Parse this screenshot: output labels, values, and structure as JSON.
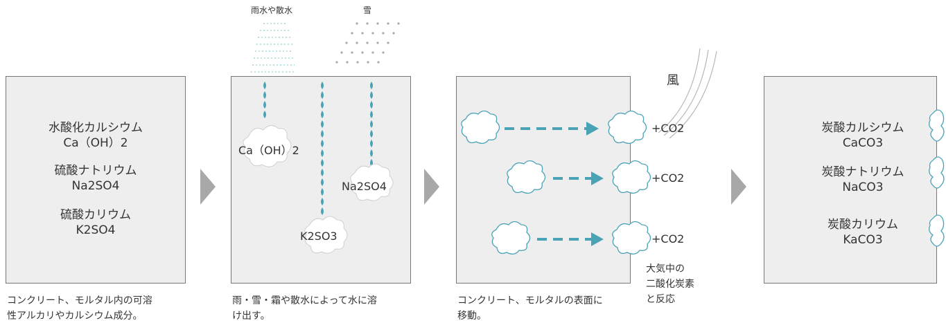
{
  "panel1": {
    "lines": [
      "水酸化カルシウム",
      "Ca（OH）2",
      "硫酸ナトリウム",
      "Na2SO4",
      "硫酸カリウム",
      "K2SO4"
    ],
    "caption": [
      "コンクリート、モルタル内の可溶",
      "性アルカリやカルシウム成分。"
    ]
  },
  "panel2": {
    "rain_label": "雨水や散水",
    "snow_label": "雪",
    "molecules": [
      "Ca（OH）2",
      "K2SO3",
      "Na2SO4"
    ],
    "caption": [
      "雨・雪・霜や散水によって水に溶",
      "け出す。"
    ]
  },
  "panel3": {
    "wind_label": "風",
    "co2": [
      "+CO2",
      "+CO2",
      "+CO2"
    ],
    "air_note": [
      "大気中の",
      "二酸化炭素",
      "と反応"
    ],
    "caption": [
      "コンクリート、モルタルの表面に",
      "移動。"
    ]
  },
  "panel4": {
    "lines": [
      "炭酸カルシウム",
      "CaCO3",
      "炭酸ナトリウム",
      "NaCO3",
      "炭酸カリウム",
      "KaCO3"
    ]
  },
  "colors": {
    "accent": "#4aa3b5",
    "panel_fill": "#eeeeee",
    "panel_border": "#777777",
    "arrow": "#a8a8a8"
  }
}
